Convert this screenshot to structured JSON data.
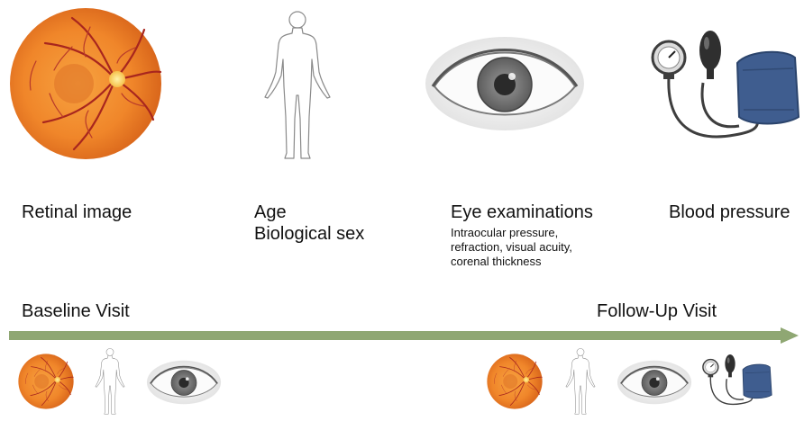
{
  "items": [
    {
      "label": "Retinal image"
    },
    {
      "label_lines": [
        "Age",
        "Biological sex"
      ]
    },
    {
      "label": "Eye examinations",
      "details": [
        "Intraocular pressure,",
        "refraction, visual acuity,",
        "corenal thickness"
      ]
    },
    {
      "label": "Blood pressure"
    }
  ],
  "timeline": {
    "start_label": "Baseline Visit",
    "end_label": "Follow-Up Visit",
    "color": "#8fa773"
  },
  "icons": {
    "retina": "retina-fundus-icon",
    "body": "human-body-outline-icon",
    "eye": "eye-icon",
    "bp": "blood-pressure-cuff-icon"
  }
}
